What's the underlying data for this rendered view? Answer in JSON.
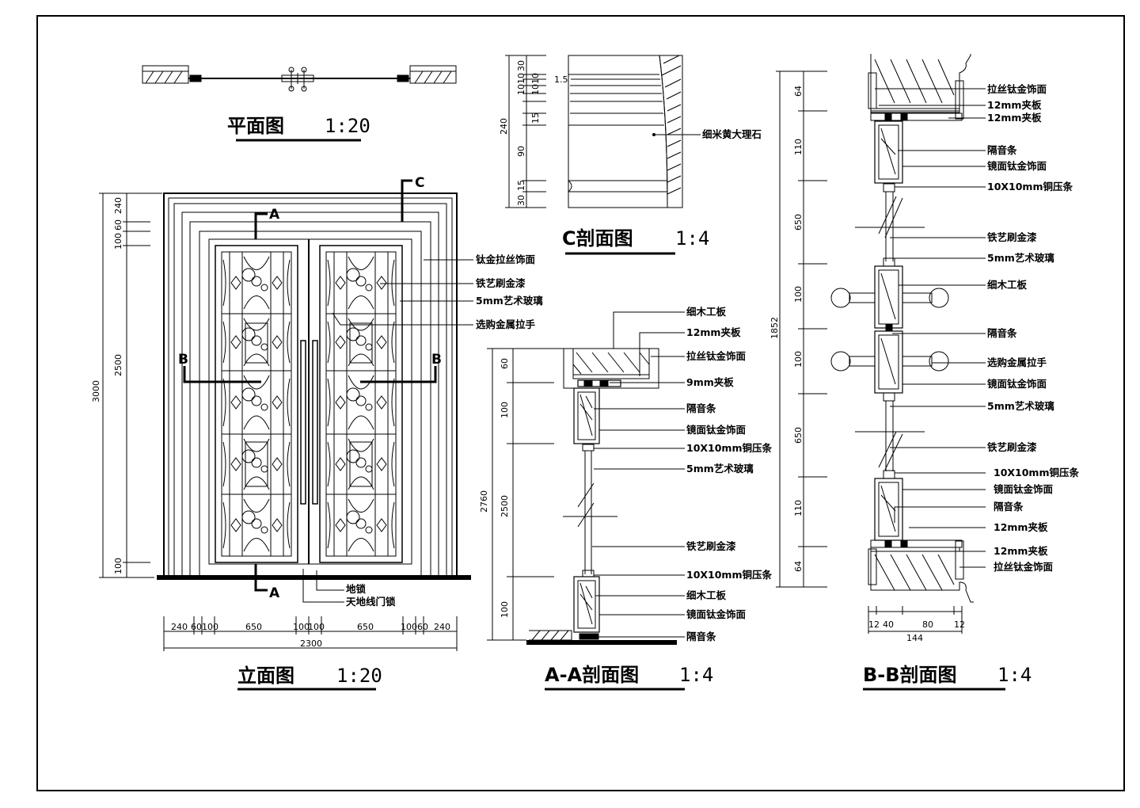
{
  "titles": {
    "plan": "平面图",
    "plan_scale": "1:20",
    "elevation": "立面图",
    "elevation_scale": "1:20",
    "section_c": "C剖面图",
    "section_c_scale": "1:4",
    "section_aa": "A-A剖面图",
    "section_aa_scale": "1:4",
    "section_bb": "B-B剖面图",
    "section_bb_scale": "1:4"
  },
  "section_marks": {
    "a": "A",
    "b": "B",
    "c": "C"
  },
  "elevation": {
    "labels": [
      "钛金拉丝饰面",
      "铁艺刷金漆",
      "5mm艺术玻璃",
      "选购金属拉手"
    ],
    "bottom_labels": [
      "地锁",
      "天地线门锁"
    ],
    "left_dims": [
      "240",
      "60",
      "100",
      "2500",
      "100"
    ],
    "total_height": "3000",
    "bottom_dims": [
      "240",
      "60",
      "100",
      "650",
      "100",
      "100",
      "650",
      "100",
      "60",
      "240"
    ],
    "total_width": "2300"
  },
  "section_c": {
    "label": "细米黄大理石",
    "offset": "1.5",
    "dims": [
      "30",
      "10",
      "10",
      "10",
      "10",
      "15",
      "90",
      "15",
      "30"
    ],
    "total": "240"
  },
  "section_aa": {
    "labels": [
      "细木工板",
      "12mm夹板",
      "拉丝钛金饰面",
      "9mm夹板",
      "隔音条",
      "镜面钛金饰面",
      "10X10mm铜压条",
      "5mm艺术玻璃",
      "铁艺刷金漆",
      "10X10mm铜压条",
      "细木工板",
      "镜面钛金饰面",
      "隔音条"
    ],
    "dims": [
      "60",
      "100",
      "2500",
      "100"
    ],
    "total": "2760"
  },
  "section_bb": {
    "labels": [
      "拉丝钛金饰面",
      "12mm夹板",
      "12mm夹板",
      "隔音条",
      "镜面钛金饰面",
      "10X10mm铜压条",
      "铁艺刷金漆",
      "5mm艺术玻璃",
      "细木工板",
      "隔音条",
      "选购金属拉手",
      "镜面钛金饰面",
      "5mm艺术玻璃",
      "铁艺刷金漆",
      "10X10mm铜压条",
      "镜面钛金饰面",
      "隔音条",
      "12mm夹板",
      "12mm夹板",
      "拉丝钛金饰面"
    ],
    "dims": [
      "64",
      "110",
      "650",
      "100",
      "100",
      "650",
      "110",
      "64"
    ],
    "total": "1852",
    "bottom_dims": [
      "12",
      "40",
      "80",
      "12"
    ],
    "bottom_total": "144"
  }
}
